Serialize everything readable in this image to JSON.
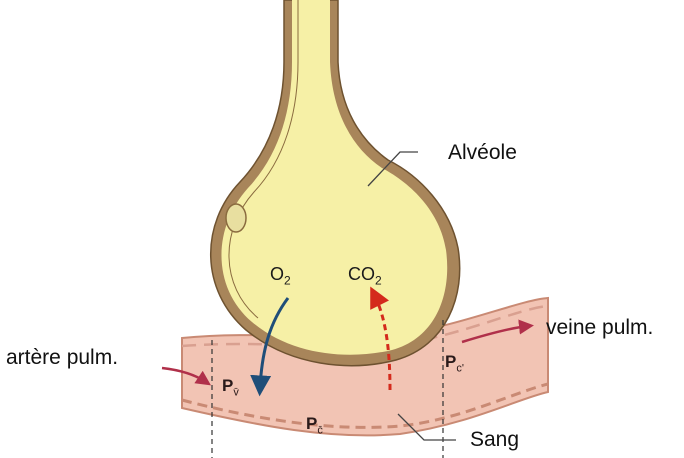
{
  "labels": {
    "alveole": "Alvéole",
    "artere": "artère pulm.",
    "veine": "veine pulm.",
    "sang": "Sang"
  },
  "gases": {
    "o2_main": "O",
    "o2_sub": "2",
    "co2_main": "CO",
    "co2_sub": "2"
  },
  "pressures": {
    "pv_main": "P",
    "pv_sub": "v̄",
    "pc_main": "P",
    "pc_sub": "c̄",
    "pc2_main": "P",
    "pc2_sub": "c'"
  },
  "colors": {
    "alveolus_fill": "#f6f0a6",
    "alveolus_wall": "#a8855a",
    "blood_fill": "#f2c4b4",
    "vessel_wall": "#c98a74",
    "o2_arrow": "#1f4e79",
    "co2_arrow": "#d42a1c",
    "flow_arrow": "#b0304a"
  }
}
